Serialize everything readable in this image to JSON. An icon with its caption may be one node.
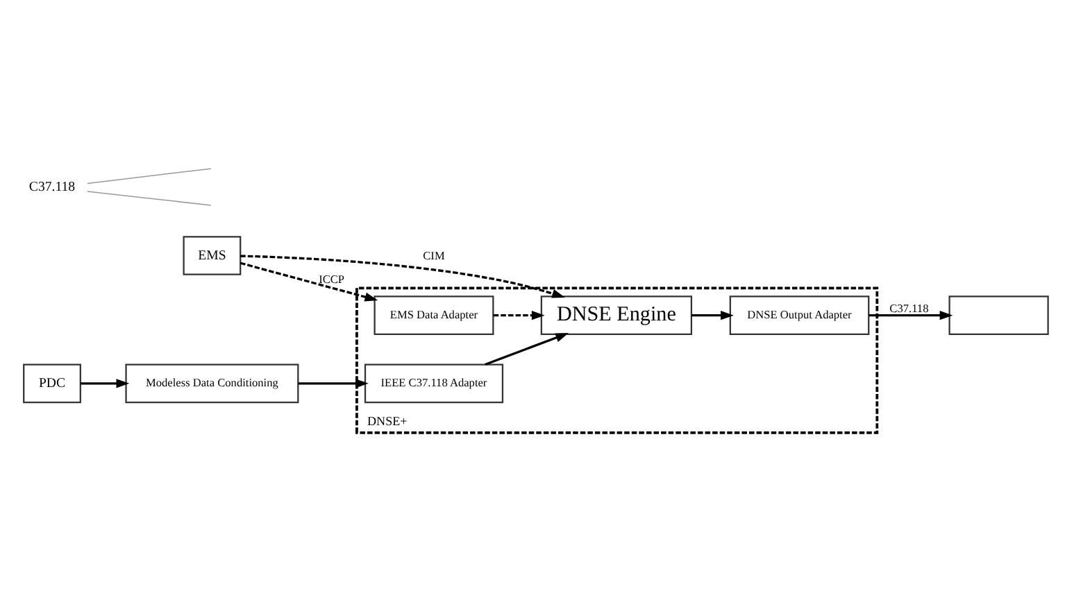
{
  "diagram": {
    "nodes": [
      {
        "text": [
          "DNSE+"
        ]
      },
      {
        "text": [
          "EMS"
        ]
      },
      {
        "text": [
          "PDC"
        ]
      },
      {
        "text": [
          "Modeless Data Conditioning"
        ]
      },
      {
        "text": [
          "EMS Data Adapter"
        ],
        "in": 0
      },
      {
        "text": [
          "IEEE C37.118 Adapter"
        ],
        "in": 0
      },
      {
        "text": [
          "DNSE Engine"
        ],
        "in": 0
      },
      {
        "text": [
          "DNSE Output Adapter"
        ],
        "in": 0
      },
      {
        "text": [],
        "shape": "box"
      },
      {
        "text": [
          "C37.118"
        ]
      }
    ],
    "edges": [
      {
        "from": 1,
        "to": 4,
        "arrow": "to",
        "label": "ICCP",
        "style": "dashed"
      },
      {
        "from": 4,
        "to": 6,
        "arrow": "to",
        "style": "dashed"
      },
      {
        "from": 1,
        "to": 6,
        "arrow": "to",
        "label": "CIM",
        "style": "dashed"
      },
      {
        "from": 2,
        "to": 3,
        "arrow": "to"
      },
      {
        "from": 3,
        "to": 5,
        "arrow": "to"
      },
      {
        "from": 5,
        "to": 6,
        "arrow": "to"
      },
      {
        "from": 6,
        "to": 7,
        "arrow": "to"
      },
      {
        "from": 7,
        "to": 8,
        "arrow": "to",
        "label": "C37.118"
      },
      {
        "from": 9,
        "to": null,
        "arrow": "none",
        "color": "#999999"
      },
      {
        "from": 9,
        "to": null,
        "arrow": "none",
        "color": "#999999"
      }
    ]
  }
}
